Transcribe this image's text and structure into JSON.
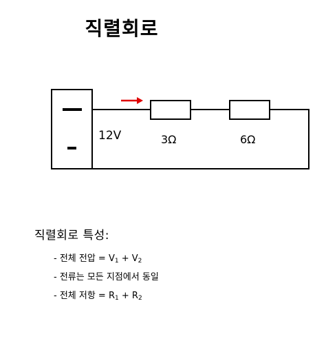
{
  "title": "직렬회로",
  "circuit": {
    "battery_positive_symbol": "—",
    "battery_negative_symbol": "-",
    "voltage_label": "12V",
    "resistors": [
      {
        "label": "3Ω"
      },
      {
        "label": "6Ω"
      }
    ],
    "current_arrow_color": "#e00000"
  },
  "properties": {
    "heading": "직렬회로 특성:",
    "items": [
      {
        "prefix": "- 전체 전압 = V",
        "sub1": "1",
        "mid": " + V",
        "sub2": "2"
      },
      {
        "text": "- 전류는 모든 지점에서 동일"
      },
      {
        "prefix": "- 전체 저항 = R",
        "sub1": "1",
        "mid": " + R",
        "sub2": "2"
      }
    ]
  }
}
